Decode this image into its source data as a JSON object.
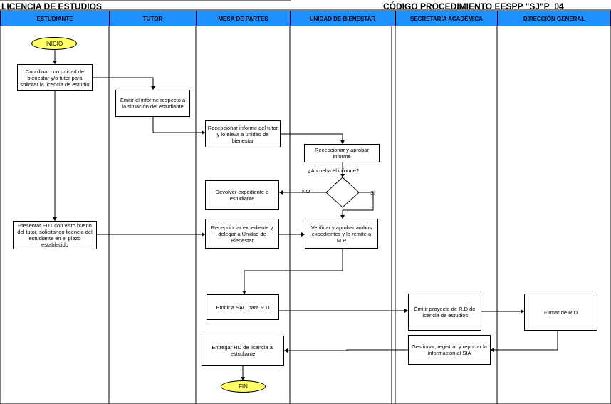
{
  "titles": {
    "left": "LICENCIA DE ESTUDIOS",
    "right": "CÓDIGO PROCEDIMIENTO EESPP \"SJ\"P_04"
  },
  "lanes": [
    "ESTUDIANTE",
    "TUTOR",
    "MESA DE PARTES",
    "UNIDAD DE BIENESTAR",
    "SECRETARÍA ACADÉMICA",
    "DIRECCIÓN GENERAL"
  ],
  "nodes": {
    "inicio": "INICIO",
    "coordinar": "Coordinar con unidad de bienestar y/o tutor para solicitar la licencia de estudio",
    "emitir_informe": "Emitir el informe respecto a la situación del estudiante",
    "recepcionar_informe_tutor": "Recepcionar informe del tutor y lo eleva a unidad de bienestar",
    "recepcionar_aprobar": "Recepcionar y aprobar informe",
    "decision_question": "¿Aprueba el informe?",
    "no_label": "NO",
    "si_label": "SÍ",
    "devolver": "Devolver expediente a estudiante",
    "presentar_fut": "Presentar FUT con visto bueno del tutor, solicitando licencia del estudiante en el plazo establecido",
    "recepcionar_expediente": "Recepcionar expediente y delegar a Unidad de Bienestar",
    "verificar": "Verificar y aprobar ambos expedientes y lo remite a M.P",
    "emitir_sac": "Emitir a SAC para R.D",
    "emitir_proyecto": "Emitir proyecto de R.D de licencia de estudios",
    "firmar": "Firmar de R.D",
    "gestionar": "Gestionar, registrar y reportar la información al SIA",
    "entregar": "Entregar RD de licencia al estudiante",
    "fin": "FIN"
  },
  "colors": {
    "header_fill": "#1e90ff",
    "terminal_fill": "#ffff66",
    "line": "#000000"
  }
}
